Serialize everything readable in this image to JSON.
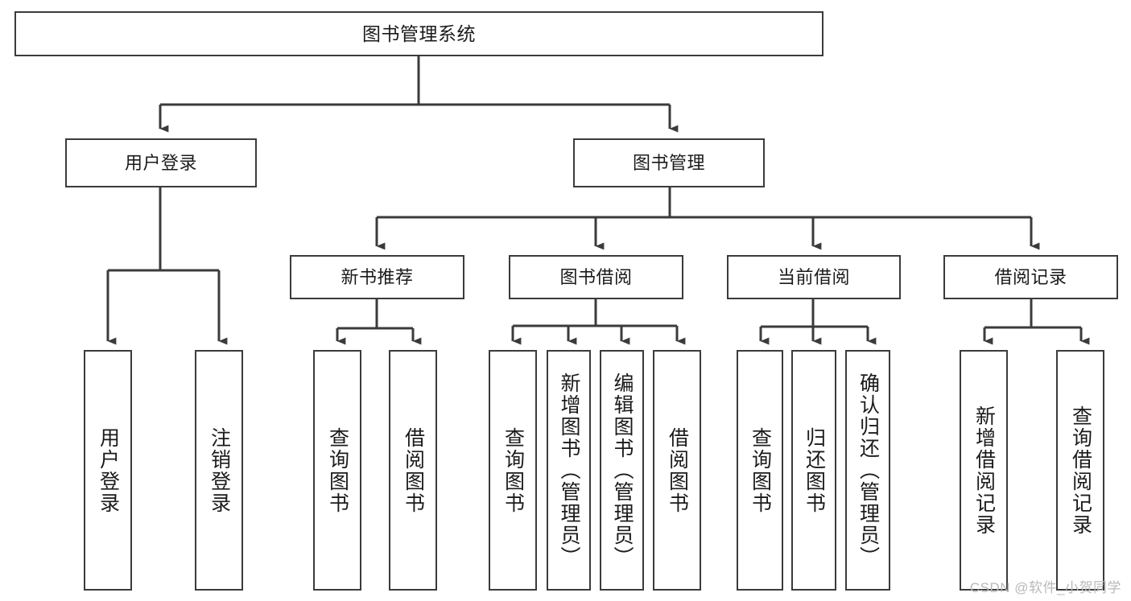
{
  "diagram": {
    "title": "图书管理系统",
    "type": "tree",
    "root": {
      "id": "root",
      "label": "图书管理系统"
    },
    "level2": [
      {
        "id": "user-login",
        "label": "用户登录"
      },
      {
        "id": "book-management",
        "label": "图书管理"
      }
    ],
    "level3": [
      {
        "id": "new-book-recommend",
        "label": "新书推荐",
        "parent": "book-management"
      },
      {
        "id": "book-borrow",
        "label": "图书借阅",
        "parent": "book-management"
      },
      {
        "id": "current-borrow",
        "label": "当前借阅",
        "parent": "book-management"
      },
      {
        "id": "borrow-record",
        "label": "借阅记录",
        "parent": "book-management"
      }
    ],
    "leaves": [
      {
        "id": "leaf-user-login",
        "label": "用户登录",
        "parent": "user-login"
      },
      {
        "id": "leaf-user-logout",
        "label": "注销登录",
        "parent": "user-login"
      },
      {
        "id": "leaf-query-book-1",
        "label": "查询图书",
        "parent": "new-book-recommend"
      },
      {
        "id": "leaf-borrow-book-1",
        "label": "借阅图书",
        "parent": "new-book-recommend"
      },
      {
        "id": "leaf-query-book-2",
        "label": "查询图书",
        "parent": "book-borrow"
      },
      {
        "id": "leaf-add-book",
        "label": "新增图书（管理员）",
        "parent": "book-borrow"
      },
      {
        "id": "leaf-edit-book",
        "label": "编辑图书（管理员）",
        "parent": "book-borrow"
      },
      {
        "id": "leaf-borrow-book-2",
        "label": "借阅图书",
        "parent": "book-borrow"
      },
      {
        "id": "leaf-query-book-3",
        "label": "查询图书",
        "parent": "current-borrow"
      },
      {
        "id": "leaf-return-book",
        "label": "归还图书",
        "parent": "current-borrow"
      },
      {
        "id": "leaf-confirm-return",
        "label": "确认归还（管理员）",
        "parent": "current-borrow"
      },
      {
        "id": "leaf-add-record",
        "label": "新增借阅记录",
        "parent": "borrow-record"
      },
      {
        "id": "leaf-query-record",
        "label": "查询借阅记录",
        "parent": "borrow-record"
      }
    ],
    "colors": {
      "box_stroke": "#3b3b3b",
      "box_fill": "#ffffff",
      "edge": "#3b3b3b",
      "text": "#1b1b1b",
      "watermark": "#b9b9b9"
    }
  },
  "watermark": {
    "text": "CSDN @软件_小贺同学"
  }
}
